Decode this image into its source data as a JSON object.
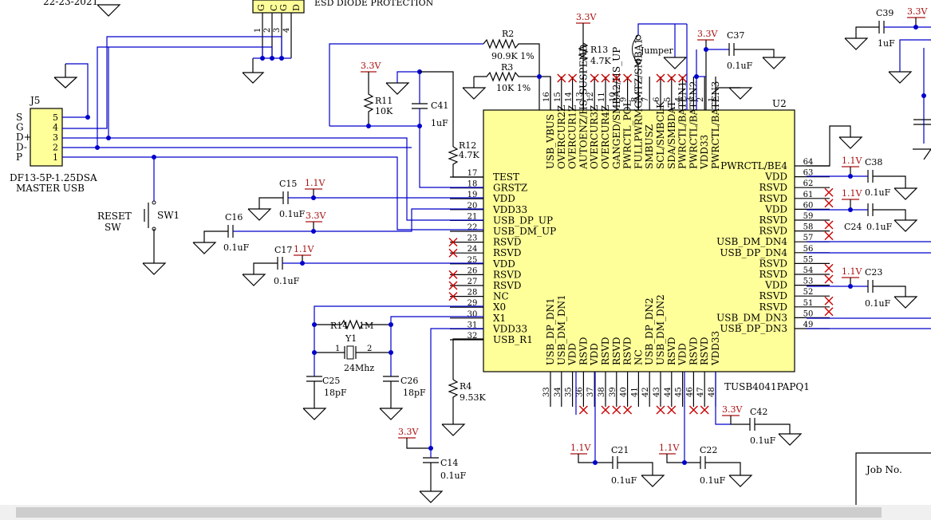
{
  "title_block": {
    "date": "22-23-2021",
    "job_no_label": "Job No."
  },
  "top_connector": {
    "pin_codes": [
      "G",
      "C",
      "G",
      "D"
    ],
    "pins": [
      "1",
      "2",
      "3",
      "4"
    ],
    "caption": "ESD DIODE PROTECTION"
  },
  "j5": {
    "ref": "J5",
    "signals": [
      "S",
      "G",
      "D+",
      "D-",
      "P"
    ],
    "pins": [
      "5",
      "4",
      "3",
      "2",
      "1"
    ],
    "part": "DF13-5P-1.25DSA",
    "desc": "MASTER USB"
  },
  "reset": {
    "ref": "SW1",
    "label1": "RESET",
    "label2": "SW"
  },
  "u2": {
    "ref": "U2",
    "part": "TUSB4041PAPQ1",
    "left_pins": [
      {
        "num": "17",
        "name": "TEST"
      },
      {
        "num": "18",
        "name": "GRSTZ"
      },
      {
        "num": "19",
        "name": "VDD"
      },
      {
        "num": "20",
        "name": "VDD33"
      },
      {
        "num": "21",
        "name": "USB_DP_UP"
      },
      {
        "num": "22",
        "name": "USB_DM_UP"
      },
      {
        "num": "23",
        "name": "RSVD"
      },
      {
        "num": "24",
        "name": "RSVD"
      },
      {
        "num": "25",
        "name": "VDD"
      },
      {
        "num": "26",
        "name": "RSVD"
      },
      {
        "num": "27",
        "name": "RSVD"
      },
      {
        "num": "28",
        "name": "NC"
      },
      {
        "num": "29",
        "name": "X0"
      },
      {
        "num": "30",
        "name": "X1"
      },
      {
        "num": "31",
        "name": "VDD33"
      },
      {
        "num": "32",
        "name": "USB_R1"
      }
    ],
    "right_pins": [
      {
        "num": "64",
        "name": "PWRCTL/BE4"
      },
      {
        "num": "63",
        "name": "VDD"
      },
      {
        "num": "62",
        "name": "RSVD"
      },
      {
        "num": "61",
        "name": "RSVD"
      },
      {
        "num": "60",
        "name": "VDD"
      },
      {
        "num": "59",
        "name": "RSVD"
      },
      {
        "num": "58",
        "name": "RSVD"
      },
      {
        "num": "57",
        "name": "USB_DM_DN4"
      },
      {
        "num": "56",
        "name": "USB_DP_DN4"
      },
      {
        "num": "55",
        "name": "RSVD"
      },
      {
        "num": "54",
        "name": "RSVD"
      },
      {
        "num": "53",
        "name": "VDD"
      },
      {
        "num": "52",
        "name": "RSVD"
      },
      {
        "num": "51",
        "name": "RSVD"
      },
      {
        "num": "50",
        "name": "USB_DM_DN3"
      },
      {
        "num": "49",
        "name": "USB_DP_DN3"
      }
    ],
    "top_pins": [
      {
        "num": "16",
        "name": "USB_VBUS"
      },
      {
        "num": "15",
        "name": "OVERCUR2Z"
      },
      {
        "num": "14",
        "name": "OVERCUR1Z"
      },
      {
        "num": "13",
        "name": "AUTOENZ/HS_SUSPEND"
      },
      {
        "num": "12",
        "name": "OVERCUR3Z"
      },
      {
        "num": "11",
        "name": "OVERCUR4Z"
      },
      {
        "num": "10",
        "name": "GANGED/SMBA2/HS_UP"
      },
      {
        "num": "9",
        "name": "PWRCTL_POL"
      },
      {
        "num": "8",
        "name": "FULLPWRMGMTZ/SMBA1"
      },
      {
        "num": "7",
        "name": "SMBUSZ"
      },
      {
        "num": "6",
        "name": "SCL/SMBCLK"
      },
      {
        "num": "5",
        "name": "SDA/SMBDAT"
      },
      {
        "num": "4",
        "name": "PWRCTL/BATEN1"
      },
      {
        "num": "3",
        "name": "PWRCTL/BATEN2"
      },
      {
        "num": "2",
        "name": "VDD33"
      },
      {
        "num": "1",
        "name": "PWRCTL/BATEN3"
      }
    ],
    "bottom_pins": [
      {
        "num": "33",
        "name": "USB_DP_DN1"
      },
      {
        "num": "34",
        "name": "USB_DM_DN1"
      },
      {
        "num": "35",
        "name": "VDD"
      },
      {
        "num": "36",
        "name": "RSVD"
      },
      {
        "num": "37",
        "name": "VDD"
      },
      {
        "num": "38",
        "name": "RSVD"
      },
      {
        "num": "39",
        "name": "RSVD"
      },
      {
        "num": "40",
        "name": "RSVD"
      },
      {
        "num": "41",
        "name": "NC"
      },
      {
        "num": "42",
        "name": "USB_DP_DN2"
      },
      {
        "num": "43",
        "name": "USB_DM_DN2"
      },
      {
        "num": "44",
        "name": "RSVD"
      },
      {
        "num": "45",
        "name": "VDD"
      },
      {
        "num": "46",
        "name": "RSVD"
      },
      {
        "num": "47",
        "name": "RSVD"
      },
      {
        "num": "48",
        "name": "VDD33"
      }
    ]
  },
  "components": {
    "r2": {
      "ref": "R2",
      "value": "90.9K 1%"
    },
    "r3": {
      "ref": "R3",
      "value": "10K 1%"
    },
    "r13": {
      "ref": "R13",
      "value": "4.7K"
    },
    "r11": {
      "ref": "R11",
      "value": "10K"
    },
    "r12": {
      "ref": "R12",
      "value": "4.7K"
    },
    "r14": {
      "ref": "R14",
      "value": "1M"
    },
    "r4": {
      "ref": "R4",
      "value": "9.53K"
    },
    "c41": {
      "ref": "C41",
      "value": "1uF"
    },
    "c15": {
      "ref": "C15",
      "value": "0.1uF"
    },
    "c16": {
      "ref": "C16",
      "value": "0.1uF"
    },
    "c17": {
      "ref": "C17",
      "value": "0.1uF"
    },
    "c25": {
      "ref": "C25",
      "value": "18pF"
    },
    "c26": {
      "ref": "C26",
      "value": "18pF"
    },
    "c14": {
      "ref": "C14",
      "value": "0.1uF"
    },
    "c37": {
      "ref": "C37",
      "value": "0.1uF"
    },
    "c39": {
      "ref": "C39",
      "value": "1uF"
    },
    "c38": {
      "ref": "C38",
      "value": "0.1uF"
    },
    "c24": {
      "ref": "C24",
      "value": "0.1uF"
    },
    "c23": {
      "ref": "C23",
      "value": "0.1uF"
    },
    "c42": {
      "ref": "C42",
      "value": "0.1uF"
    },
    "c21": {
      "ref": "C21",
      "value": "0.1uF"
    },
    "c22": {
      "ref": "C22",
      "value": "0.1uF"
    },
    "y1": {
      "ref": "Y1",
      "value": "24Mhz",
      "pin1": "1",
      "pin2": "2"
    },
    "jumper": {
      "label": "Jumper"
    }
  },
  "power": {
    "v33": "3.3V",
    "v11": "1.1V"
  },
  "colors": {
    "wire": "#0000cc",
    "component": "#000000",
    "no_connect": "#cc0000",
    "power_label": "#aa1111",
    "chip_fill": "#ffff99"
  }
}
